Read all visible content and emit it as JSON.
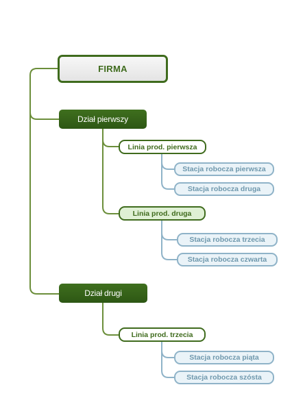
{
  "root": {
    "label": "FIRMA"
  },
  "departments": [
    {
      "label": "Dział pierwszy",
      "lines": [
        {
          "label": "Linia prod. pierwsza",
          "stations": [
            "Stacja robocza pierwsza",
            "Stacja robocza druga"
          ]
        },
        {
          "label": "Linia prod. druga",
          "stations": [
            "Stacja robocza trzecia",
            "Stacja robocza czwarta"
          ]
        }
      ]
    },
    {
      "label": "Dział drugi",
      "lines": [
        {
          "label": "Linia prod. trzecia",
          "stations": [
            "Stacja robocza piąta",
            "Stacja robocza szósta"
          ]
        }
      ]
    }
  ],
  "colors": {
    "dark_green": "#3f6b1d",
    "olive_connector": "#6b8e3a",
    "station_border": "#8fb3c8",
    "station_text": "#6f98ad"
  }
}
